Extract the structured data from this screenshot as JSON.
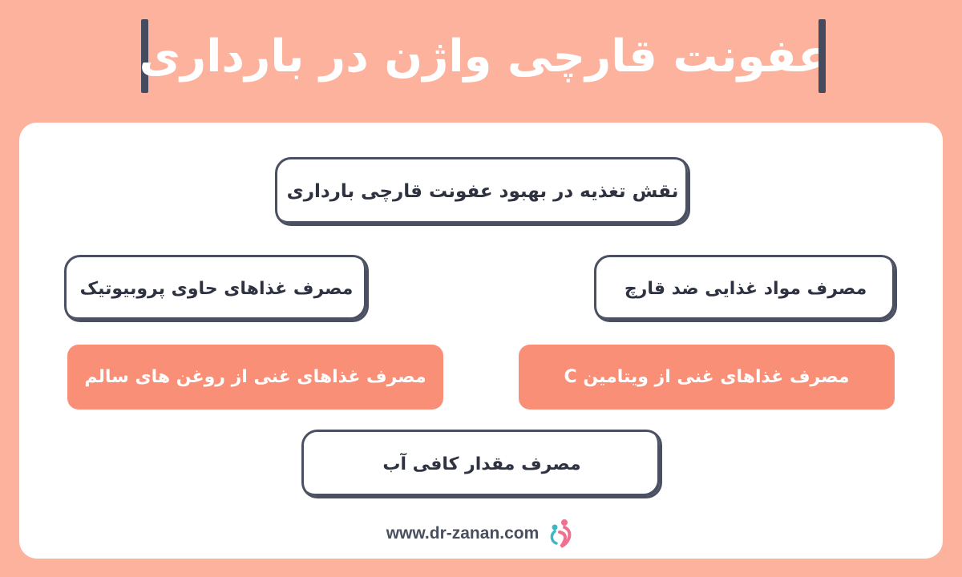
{
  "header": {
    "title": "عفونت قارچی واژن در بارداری"
  },
  "boxes": {
    "top": "نقش تغذیه در بهبود عفونت قارچی بارداری",
    "probiotic": "مصرف غذاهای حاوی پروبیوتیک",
    "antifungal": "مصرف مواد غذایی ضد قارچ",
    "healthy_oils": "مصرف غذاهای غنی از روغن های سالم",
    "vitamin_c": "مصرف غذاهای غنی از ویتامین C",
    "water": "مصرف مقدار کافی آب"
  },
  "footer": {
    "url": "www.dr-zanan.com",
    "logo_icon": "dr-zanan-logo-icon"
  },
  "colors": {
    "background": "#fcb29c",
    "accent": "#f98f76",
    "dark": "#454b5e"
  }
}
